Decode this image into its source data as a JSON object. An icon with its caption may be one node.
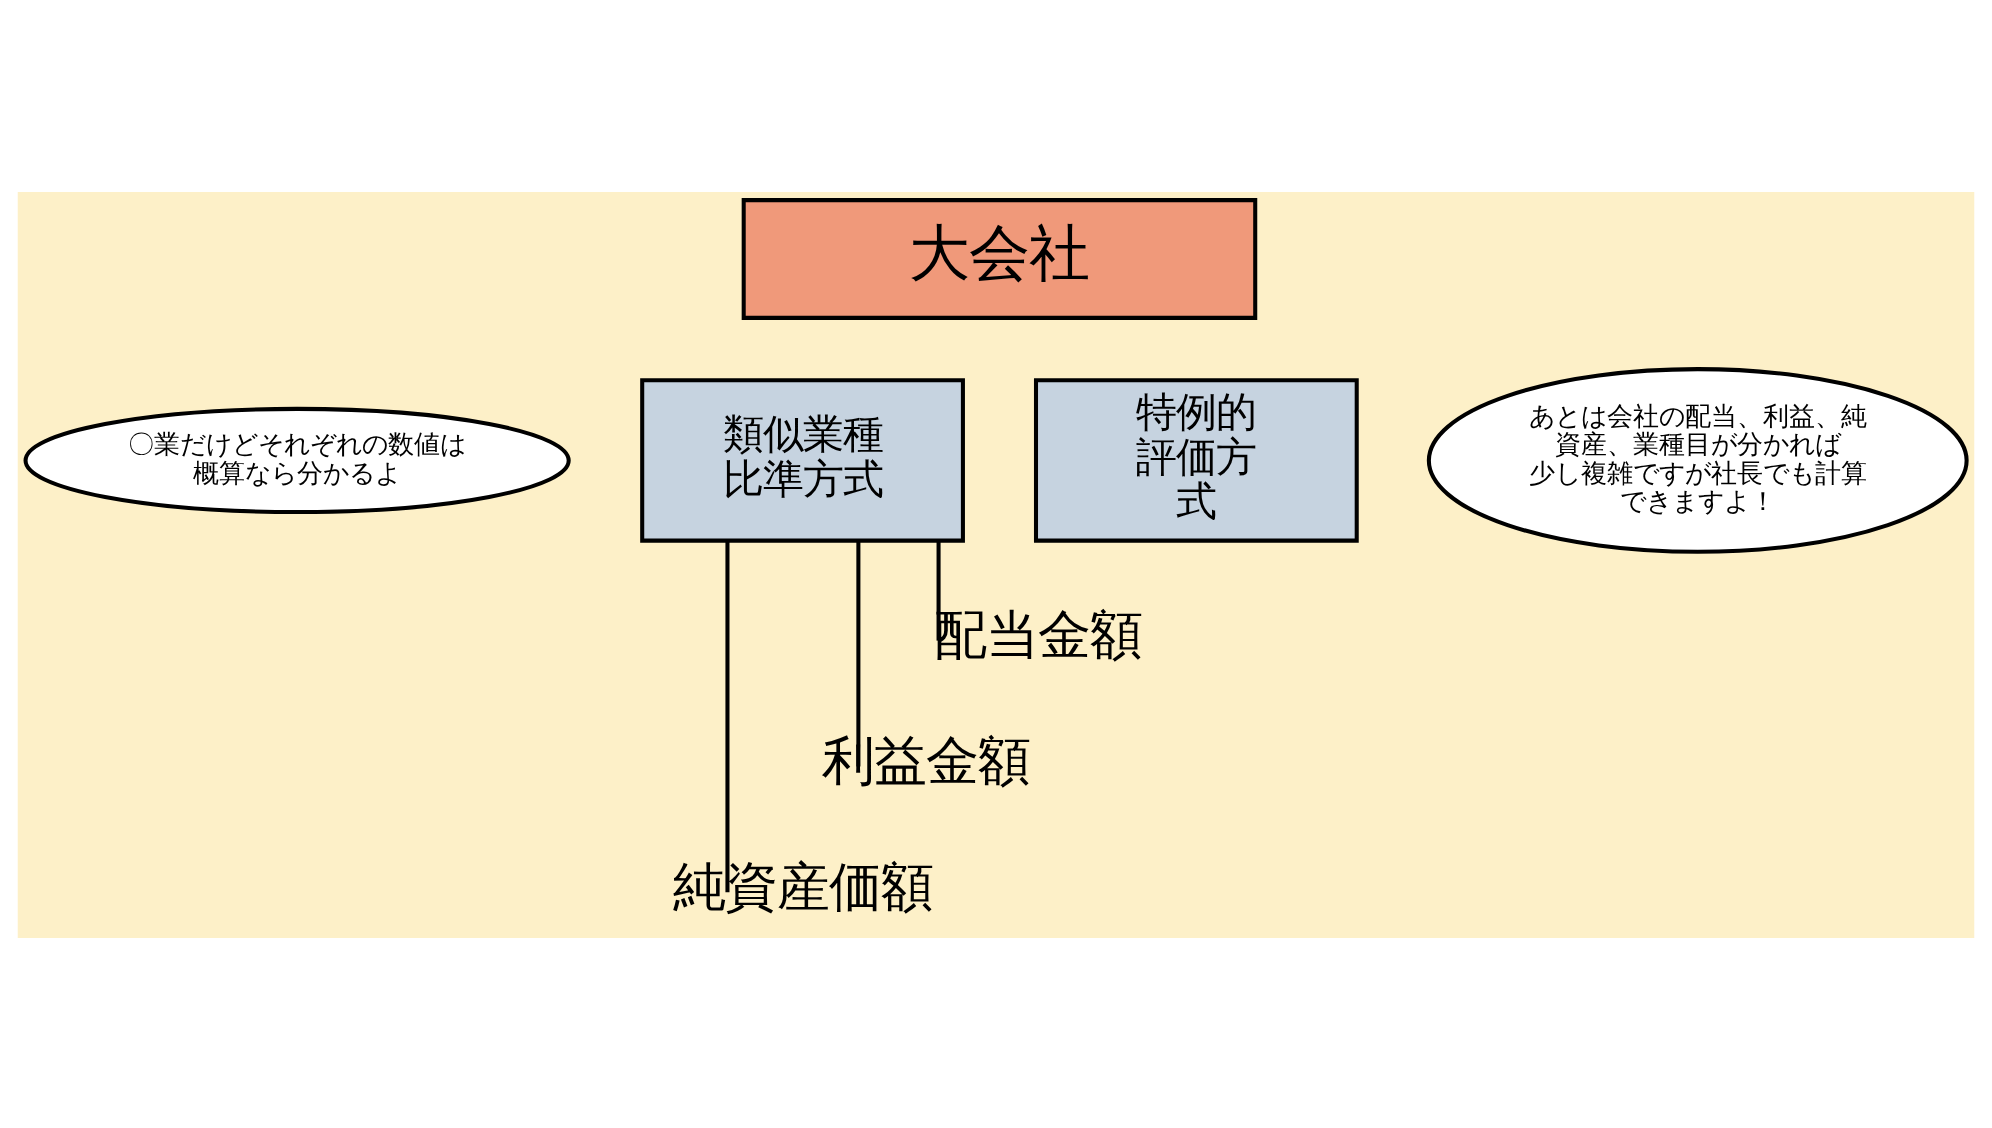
{
  "diagram": {
    "nodes": [
      {
        "text": [
          "大会社"
        ]
      },
      {
        "text": [
          "類似業種比準方式"
        ]
      },
      {
        "text": [
          "特例的評価方式"
        ]
      },
      {
        "text": [
          "配当金額"
        ]
      },
      {
        "text": [
          "利益金額"
        ]
      },
      {
        "text": [
          "純資産価額"
        ]
      },
      {
        "text": [
          "あとは会社の配当、利益、純資産、業種目が分かれば",
          "少し複雑ですが社長でも計算できますよ！"
        ]
      },
      {
        "text": [
          "〇業だけどそれぞれの数値は概算なら分かるよ"
        ]
      }
    ],
    "edges": [
      {
        "from": 1,
        "to": 3,
        "arrow": "none"
      },
      {
        "from": 1,
        "to": 4,
        "arrow": "none"
      },
      {
        "from": 1,
        "to": 5,
        "arrow": "none"
      }
    ]
  }
}
